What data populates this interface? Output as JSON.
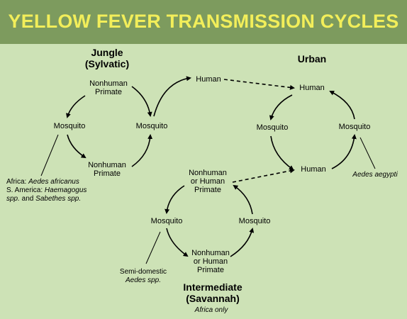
{
  "title": "YELLOW FEVER TRANSMISSION CYCLES",
  "cycles": {
    "jungle": {
      "heading_1": "Jungle",
      "heading_2": "(Sylvatic)",
      "top_1": "Nonhuman",
      "top_2": "Primate",
      "left": "Mosquito",
      "right": "Mosquito",
      "bottom_1": "Nonhuman",
      "bottom_2": "Primate",
      "vector_note": {
        "line1_a": "Africa: ",
        "line1_b": "Aedes africanus",
        "line2_a": "S. America: ",
        "line2_b": "Haemagogus",
        "line3_a": "spp.",
        "line3_b": " and ",
        "line3_c": "Sabethes spp."
      }
    },
    "bridge_human": "Human",
    "urban": {
      "heading": "Urban",
      "top": "Human",
      "left": "Mosquito",
      "right": "Mosquito",
      "bottom": "Human",
      "vector_note": "Aedes aegypti"
    },
    "intermediate": {
      "top_1": "Nonhuman",
      "top_2": "or Human",
      "top_3": "Primate",
      "left": "Mosquito",
      "right": "Mosquito",
      "bottom_1": "Nonhuman",
      "bottom_2": "or Human",
      "bottom_3": "Primate",
      "heading_1": "Intermediate",
      "heading_2": "(Savannah)",
      "subheading": "Africa only",
      "vector_note_1": "Semi-domestic",
      "vector_note_2": "Aedes spp."
    }
  },
  "colors": {
    "background": "#cde2b6",
    "banner": "#7d9b5e",
    "title": "#f2ee5a"
  }
}
